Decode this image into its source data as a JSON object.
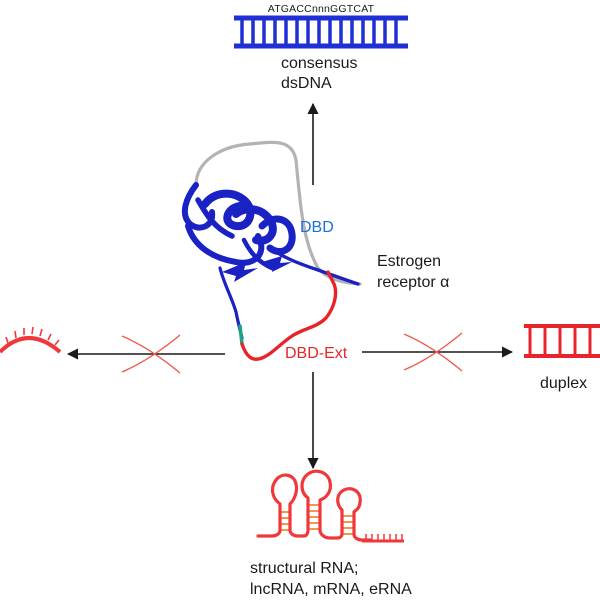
{
  "top_target": {
    "sequence": "ATGACCnnnGGTCAT",
    "label_line1": "consensus",
    "label_line2": "dsDNA"
  },
  "protein": {
    "name_line1": "Estrogen",
    "name_line2": "receptor α",
    "domain_label": "DBD",
    "extension_label": "DBD-Ext"
  },
  "right_target": {
    "label": "duplex"
  },
  "bottom_target": {
    "label_line1": "structural RNA;",
    "label_line2": "lncRNA, mRNA, eRNA"
  },
  "colors": {
    "dna": "#1f2fd6",
    "dbd": "#1b6fd9",
    "protein_core": "#1a22c4",
    "extension": "#e8242b",
    "loop": "#b3b3b3",
    "no_binding_x": "#ef5a4f",
    "arrow": "#1a1a1a",
    "rna": "#f0383a",
    "rna_rungs": "#f28a3c"
  }
}
